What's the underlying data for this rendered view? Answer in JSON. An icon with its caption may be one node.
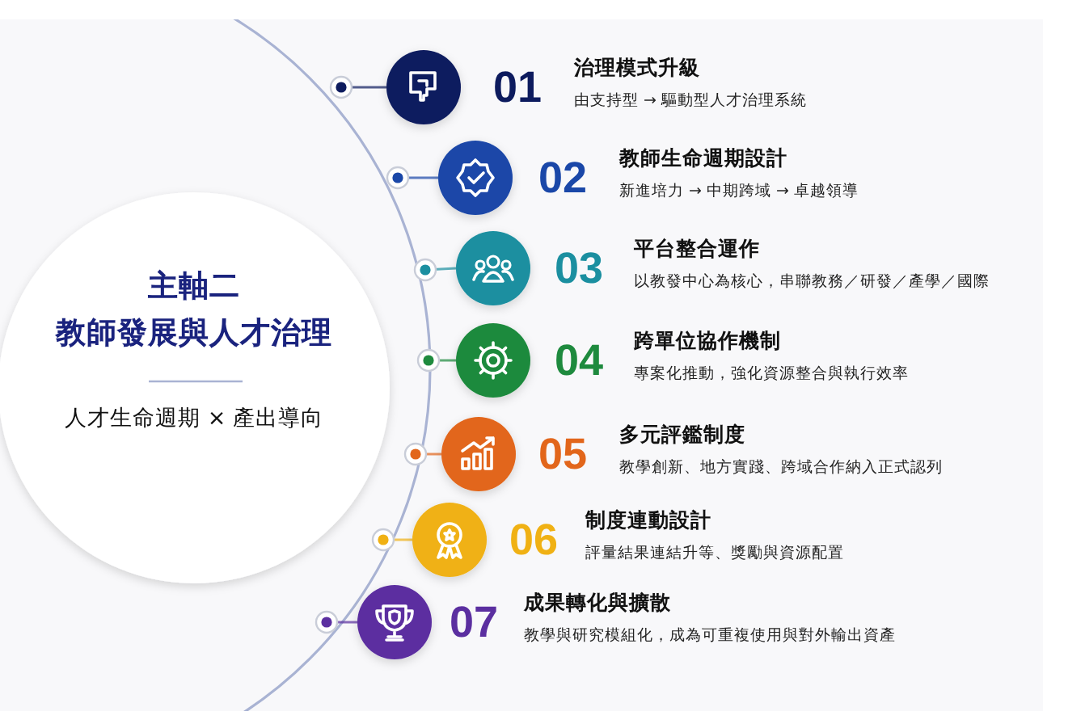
{
  "diagram": {
    "nodes": [
      {
        "text": [
          "主軸二",
          "教師發展與人才治理",
          "人才生命週期 × 產出導向"
        ]
      },
      {
        "text": [
          "01",
          "治理模式升級",
          "由支持型 → 驅動型人才治理系統"
        ]
      },
      {
        "text": [
          "02",
          "教師生命週期設計",
          "新進培力 → 中期跨域 → 卓越領導"
        ]
      },
      {
        "text": [
          "03",
          "平台整合運作",
          "以教發中心為核心，串聯教務／研發／產學／國際"
        ]
      },
      {
        "text": [
          "04",
          "跨單位協作機制",
          "專案化推動，強化資源整合與執行效率"
        ]
      },
      {
        "text": [
          "05",
          "多元評鑑制度",
          "教學創新、地方實踐、跨域合作納入正式認列"
        ]
      },
      {
        "text": [
          "06",
          "制度連動設計",
          "評量結果連結升等、獎勵與資源配置"
        ]
      },
      {
        "text": [
          "07",
          "成果轉化與擴散",
          "教學與研究模組化，成為可重複使用與對外輸出資產"
        ]
      }
    ]
  }
}
